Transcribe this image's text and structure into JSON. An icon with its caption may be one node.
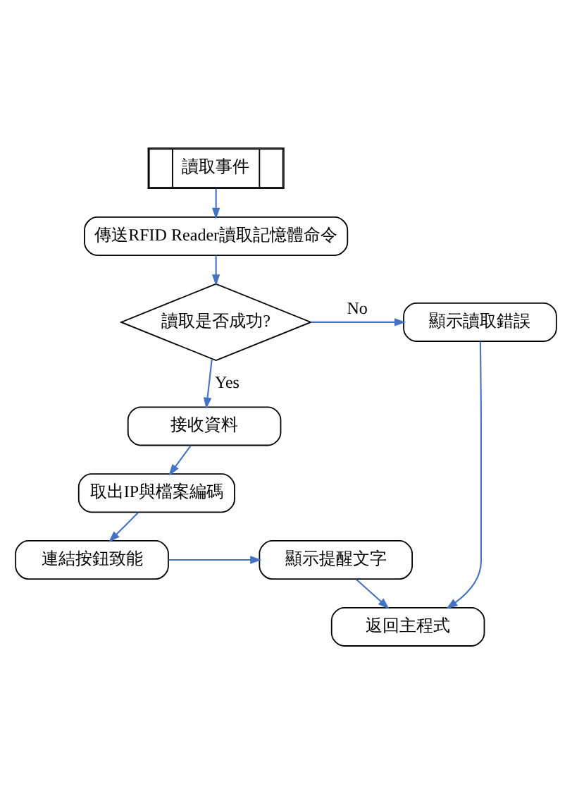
{
  "diagram": {
    "nodes": [
      {
        "text": [
          "讀取事件"
        ]
      },
      {
        "text": [
          "傳送RFID Reader讀取記憶體命令"
        ]
      },
      {
        "text": [
          "讀取是否成功?"
        ]
      },
      {
        "text": [
          "顯示讀取錯誤"
        ]
      },
      {
        "text": [
          "接收資料"
        ]
      },
      {
        "text": [
          "取出IP與檔案編碼"
        ]
      },
      {
        "text": [
          "返回主程式"
        ]
      },
      {
        "text": [
          "連結按鈕致能"
        ]
      },
      {
        "text": [
          "顯示提醒文字"
        ]
      }
    ],
    "edges": [
      {
        "from": 0,
        "to": 1,
        "arrow": "to"
      },
      {
        "from": 1,
        "to": 2,
        "arrow": "to"
      },
      {
        "from": 2,
        "to": 3,
        "arrow": "to",
        "label": "No"
      },
      {
        "from": 2,
        "to": 4,
        "arrow": "to",
        "label": "Yes"
      },
      {
        "from": 3,
        "to": 6,
        "arrow": "to"
      },
      {
        "from": 4,
        "to": 5,
        "arrow": "to"
      },
      {
        "from": 5,
        "to": 7,
        "arrow": "to"
      },
      {
        "from": 7,
        "to": 8,
        "arrow": "to"
      },
      {
        "from": 8,
        "to": 6,
        "arrow": "to"
      }
    ]
  }
}
